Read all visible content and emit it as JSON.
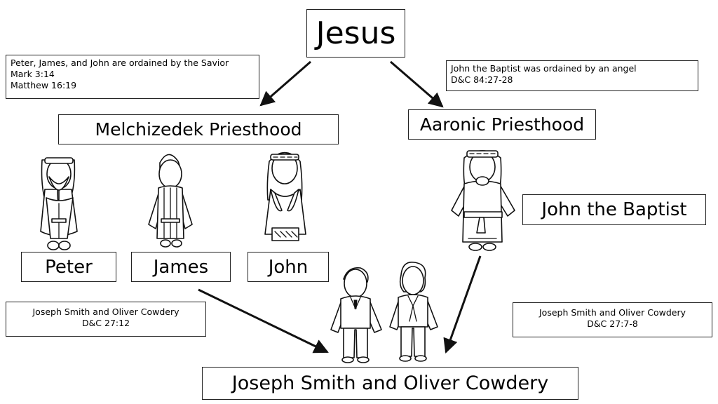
{
  "nodes": {
    "jesus": "Jesus",
    "melchizedek": "Melchizedek Priesthood",
    "aaronic": "Aaronic Priesthood",
    "peter": "Peter",
    "james": "James",
    "john": "John",
    "john_baptist": "John the Baptist",
    "joseph_oliver": "Joseph Smith and Oliver Cowdery"
  },
  "notes": {
    "melchizedek_note": {
      "line1": "Peter, James, and John are ordained by the Savior",
      "line2": "Mark 3:14",
      "line3": "Matthew 16:19"
    },
    "aaronic_note": {
      "line1": "John the Baptist was ordained by an angel",
      "line2": "D&C 84:27-28"
    },
    "melchizedek_restoration": {
      "line1": "Joseph Smith and Oliver Cowdery",
      "line2": "D&C 27:12"
    },
    "aaronic_restoration": {
      "line1": "Joseph Smith and Oliver Cowdery",
      "line2": "D&C 27:7-8"
    }
  },
  "icons": [
    "peter-figure-icon",
    "james-figure-icon",
    "john-figure-icon",
    "john-the-baptist-figure-icon",
    "joseph-smith-figure-icon",
    "oliver-cowdery-figure-icon",
    "arrow-icon"
  ]
}
